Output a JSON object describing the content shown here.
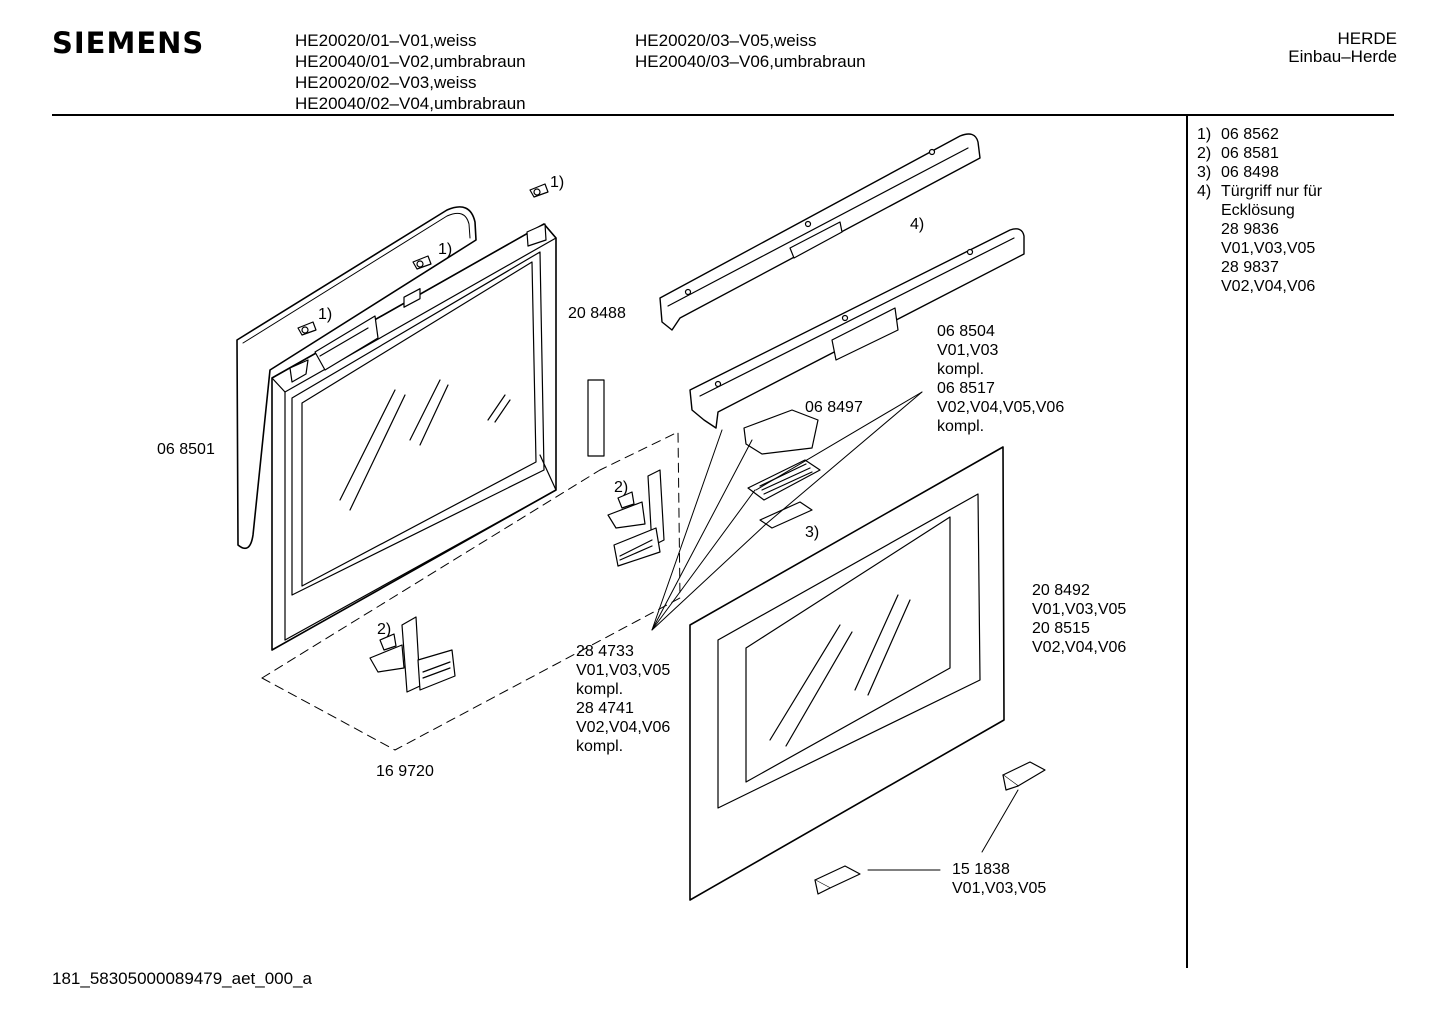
{
  "header": {
    "brand": "SIEMENS",
    "models_col1": [
      "HE20020/01–V01,weiss",
      "HE20040/01–V02,umbrabraun",
      "HE20020/02–V03,weiss",
      "HE20040/02–V04,umbrabraun"
    ],
    "models_col2": [
      "HE20020/03–V05,weiss",
      "HE20040/03–V06,umbrabraun"
    ],
    "category": [
      "HERDE",
      "Einbau–Herde"
    ]
  },
  "legend": {
    "items": [
      {
        "num": "1)",
        "text": "06 8562"
      },
      {
        "num": "2)",
        "text": "06 8581"
      },
      {
        "num": "3)",
        "text": "06 8498"
      },
      {
        "num": "4)",
        "text": "Türgriff nur für"
      }
    ],
    "item4_sub": [
      "Ecklösung",
      "28 9836",
      "V01,V03,V05",
      "28 9837",
      "V02,V04,V06"
    ]
  },
  "callouts": {
    "p068501": "06 8501",
    "p208488": "20 8488",
    "p169720": "16 9720",
    "p068497": "06 8497",
    "p068504": [
      "06 8504",
      "V01,V03",
      "kompl.",
      "06 8517",
      "V02,V04,V05,V06",
      "kompl."
    ],
    "p284733": [
      "28 4733",
      "V01,V03,V05",
      "kompl.",
      "28 4741",
      "V02,V04,V06",
      "kompl."
    ],
    "p208492": [
      "20 8492",
      "V01,V03,V05",
      "20 8515",
      "V02,V04,V06"
    ],
    "p151838": [
      "15 1838",
      "V01,V03,V05"
    ],
    "ref1": "1)",
    "ref2": "2)",
    "ref3": "3)",
    "ref4": "4)"
  },
  "footer": {
    "code": "181_58305000089479_aet_000_a"
  }
}
